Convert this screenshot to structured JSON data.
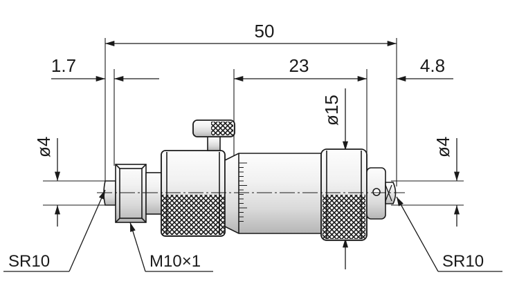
{
  "drawing": {
    "dimensions": {
      "overall_length": "50",
      "left_offset": "1.7",
      "head_length": "23",
      "right_offset": "4.8",
      "head_diameter": "ø15",
      "left_contact_diameter": "ø4",
      "right_contact_diameter": "ø4"
    },
    "callouts": {
      "left_radius": "SR10",
      "thread": "M10×1",
      "right_radius": "SR10"
    }
  },
  "colors": {
    "line": "#1a1a1a",
    "shade_light": "#f4f4f4",
    "shade_dark": "#b8b8b8",
    "knurl": "#1a1a1a"
  }
}
